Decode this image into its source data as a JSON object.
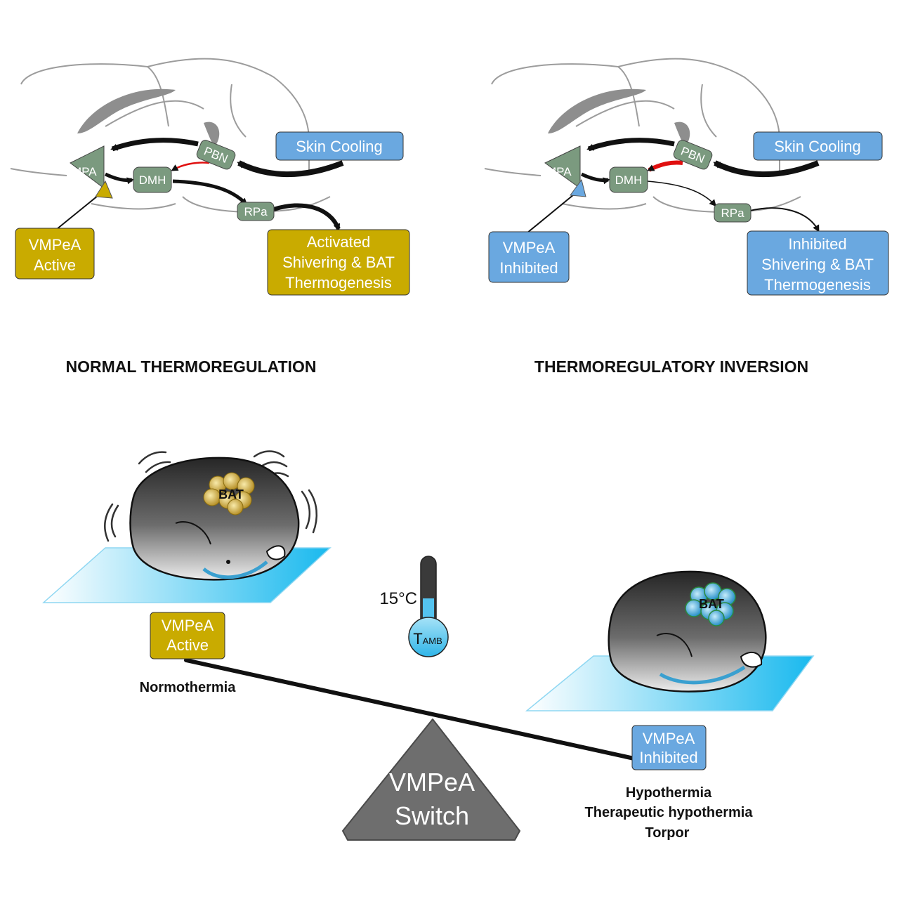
{
  "colors": {
    "active": "#c9ab00",
    "inhibited": "#6aa8e0",
    "node": "#7b9a7f",
    "inhibitory_arrow": "#e01010",
    "fulcrum": "#6e6e6e",
    "bat_active": "#c8a53a",
    "bat_inhibited": "#4aa6d8"
  },
  "panels": {
    "normal": {
      "heading": "NORMAL THERMOREGULATION",
      "nodes": {
        "mpa": "MPA",
        "dmh": "DMH",
        "pbn": "PBN",
        "rpa": "RPa"
      },
      "skin_cooling": "Skin Cooling",
      "vmpea_box": [
        "VMPeA",
        "Active"
      ],
      "output_box": [
        "Activated",
        "Shivering & BAT",
        "Thermogenesis"
      ]
    },
    "inversion": {
      "heading": "THERMOREGULATORY INVERSION",
      "nodes": {
        "mpa": "MPA",
        "dmh": "DMH",
        "pbn": "PBN",
        "rpa": "RPa"
      },
      "skin_cooling": "Skin Cooling",
      "vmpea_box": [
        "VMPeA",
        "Inhibited"
      ],
      "output_box": [
        "Inhibited",
        "Shivering & BAT",
        "Thermogenesis"
      ]
    }
  },
  "seesaw": {
    "bat_label": "BAT",
    "left_box": [
      "VMPeA",
      "Active"
    ],
    "right_box": [
      "VMPeA",
      "Inhibited"
    ],
    "left_caption": "Normothermia",
    "right_captions": [
      "Hypothermia",
      "Therapeutic hypothermia",
      "Torpor"
    ],
    "fulcrum": [
      "VMPeA",
      "Switch"
    ],
    "temperature": "15°C",
    "thermometer_label_main": "T",
    "thermometer_label_sub": "AMB"
  }
}
